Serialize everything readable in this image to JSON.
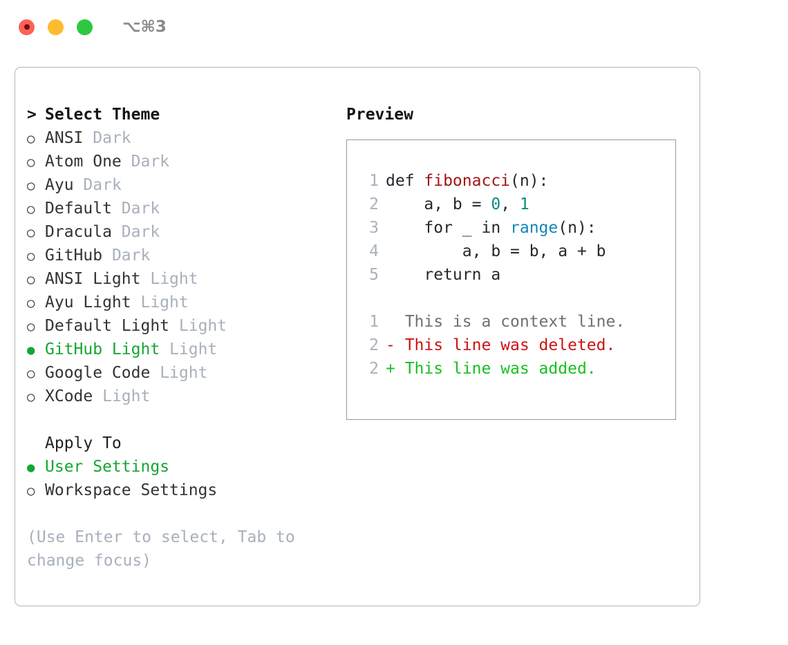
{
  "titlebar": {
    "shortcut": "⌥⌘3",
    "buttons": [
      {
        "name": "close",
        "color": "#fc6158"
      },
      {
        "name": "minimize",
        "color": "#fcbc2e"
      },
      {
        "name": "zoom",
        "color": "#2bc940"
      }
    ]
  },
  "theme_panel": {
    "header": {
      "caret": ">",
      "title": "Select Theme"
    },
    "marker_selected": "●",
    "marker_unselected": "○",
    "accent_color": "#16a533",
    "muted_color": "#a8b0bc",
    "items": [
      {
        "label": "ANSI",
        "kind": "Dark",
        "selected": false
      },
      {
        "label": "Atom One",
        "kind": "Dark",
        "selected": false
      },
      {
        "label": "Ayu",
        "kind": "Dark",
        "selected": false
      },
      {
        "label": "Default",
        "kind": "Dark",
        "selected": false
      },
      {
        "label": "Dracula",
        "kind": "Dark",
        "selected": false
      },
      {
        "label": "GitHub",
        "kind": "Dark",
        "selected": false
      },
      {
        "label": "ANSI Light",
        "kind": "Light",
        "selected": false
      },
      {
        "label": "Ayu Light",
        "kind": "Light",
        "selected": false
      },
      {
        "label": "Default Light",
        "kind": "Light",
        "selected": false
      },
      {
        "label": "GitHub Light",
        "kind": "Light",
        "selected": true
      },
      {
        "label": "Google Code",
        "kind": "Light",
        "selected": false
      },
      {
        "label": "XCode",
        "kind": "Light",
        "selected": false
      }
    ]
  },
  "apply_to": {
    "title": "Apply To",
    "options": [
      {
        "label": "User Settings",
        "selected": true
      },
      {
        "label": "Workspace Settings",
        "selected": false
      }
    ]
  },
  "hint": "(Use Enter to select, Tab to\nchange focus)",
  "preview": {
    "title": "Preview",
    "code_lines": [
      {
        "number": "1",
        "tokens": [
          {
            "text": "def ",
            "type": "plain"
          },
          {
            "text": "fibonacci",
            "type": "func"
          },
          {
            "text": "(n):",
            "type": "plain"
          }
        ]
      },
      {
        "number": "2",
        "tokens": [
          {
            "text": "    a, b = ",
            "type": "plain"
          },
          {
            "text": "0",
            "type": "num"
          },
          {
            "text": ", ",
            "type": "plain"
          },
          {
            "text": "1",
            "type": "num"
          }
        ]
      },
      {
        "number": "3",
        "tokens": [
          {
            "text": "    for _ in ",
            "type": "plain"
          },
          {
            "text": "range",
            "type": "call"
          },
          {
            "text": "(n):",
            "type": "plain"
          }
        ]
      },
      {
        "number": "4",
        "tokens": [
          {
            "text": "        a, b = b, a + b",
            "type": "plain"
          }
        ]
      },
      {
        "number": "5",
        "tokens": [
          {
            "text": "    return a",
            "type": "plain"
          }
        ]
      }
    ],
    "diff_lines": [
      {
        "number": "1",
        "marker": " ",
        "text": "  This is a context line.",
        "type": "ctx"
      },
      {
        "number": "2",
        "marker": " ",
        "text": "- This line was deleted.",
        "type": "del"
      },
      {
        "number": "2",
        "marker": " ",
        "text": "+ This line was added.",
        "type": "add"
      }
    ]
  }
}
